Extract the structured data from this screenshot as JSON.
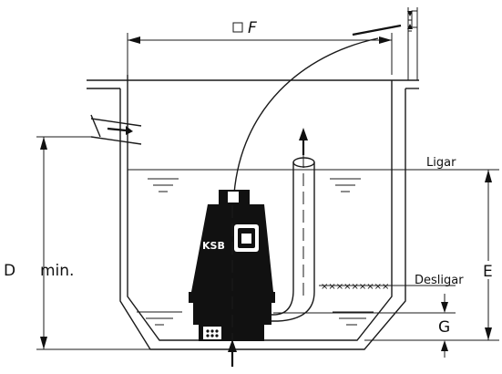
{
  "labels": {
    "width_symbol": "F",
    "depth": "D",
    "depth_suffix": "min.",
    "switch_on": "Ligar",
    "switch_off": "Desligar",
    "dim_e": "E",
    "dim_g": "G",
    "brand": "KSB"
  },
  "colors": {
    "line": "#1a1a1a",
    "pump_body": "#111111",
    "background": "#ffffff"
  }
}
